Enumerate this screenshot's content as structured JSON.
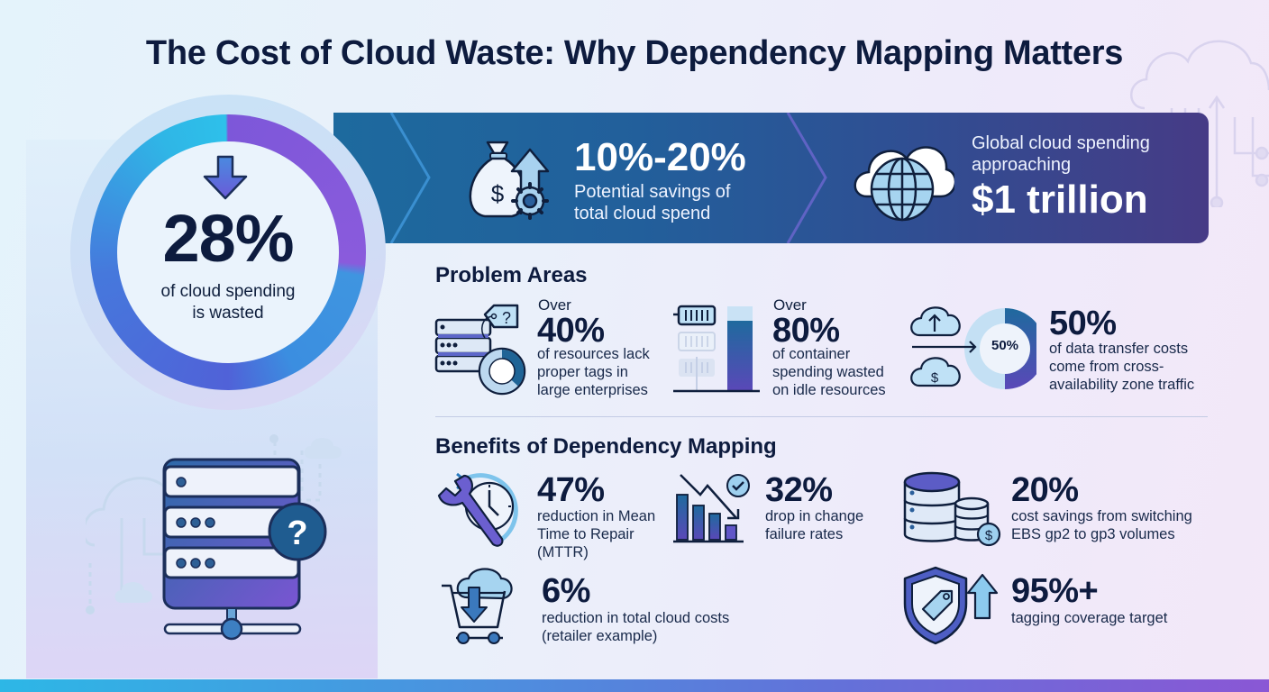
{
  "title": "The Cost of Cloud Waste: Why Dependency Mapping Matters",
  "hero": {
    "value": "28%",
    "caption_line1": "of cloud spending",
    "caption_line2": "is wasted",
    "icon": "down-arrow-icon"
  },
  "banner": {
    "savings": {
      "value": "10%-20%",
      "line1": "Potential savings of",
      "line2": "total cloud spend",
      "icon": "money-bag-gear-icon"
    },
    "global": {
      "line1": "Global cloud spending",
      "line2": "approaching",
      "value": "$1 trillion",
      "icon": "cloud-globe-icon"
    }
  },
  "problem_areas": {
    "heading": "Problem Areas",
    "items": [
      {
        "prefix": "Over",
        "value": "40%",
        "lines": [
          "of resources lack",
          "proper tags in",
          "large enterprises"
        ],
        "icon": "server-tag-question-icon"
      },
      {
        "prefix": "Over",
        "value": "80%",
        "lines": [
          "of container",
          "spending wasted",
          "on idle resources"
        ],
        "icon": "container-bar-icon"
      },
      {
        "prefix": "",
        "value": "50%",
        "donut_label": "50%",
        "lines": [
          "of data transfer costs",
          "come from cross-",
          "availability zone traffic"
        ],
        "icon": "cloud-transfer-donut-icon"
      }
    ]
  },
  "benefits": {
    "heading": "Benefits of Dependency Mapping",
    "items": [
      {
        "value": "47%",
        "lines": [
          "reduction in Mean",
          "Time to Repair",
          "(MTTR)"
        ],
        "icon": "wrench-clock-icon"
      },
      {
        "value": "32%",
        "lines": [
          "drop in change",
          "failure rates"
        ],
        "icon": "declining-bars-check-icon"
      },
      {
        "value": "20%",
        "lines": [
          "cost savings from switching",
          "EBS gp2 to gp3 volumes"
        ],
        "icon": "database-dollar-icon"
      },
      {
        "value": "6%",
        "lines": [
          "reduction in total cloud costs",
          "(retailer example)"
        ],
        "icon": "cart-cloud-download-icon"
      },
      {
        "value": "95%+",
        "lines": [
          "tagging coverage target"
        ],
        "icon": "shield-tag-up-icon"
      }
    ]
  },
  "colors": {
    "navy_text": "#0d1b3e",
    "banner_start": "#1d6a9e",
    "banner_end": "#463b86",
    "ring_cyan": "#2ec0ea",
    "ring_purple": "#8a5bdc",
    "strip_start": "#2db7e6",
    "strip_end": "#8a57d5"
  }
}
